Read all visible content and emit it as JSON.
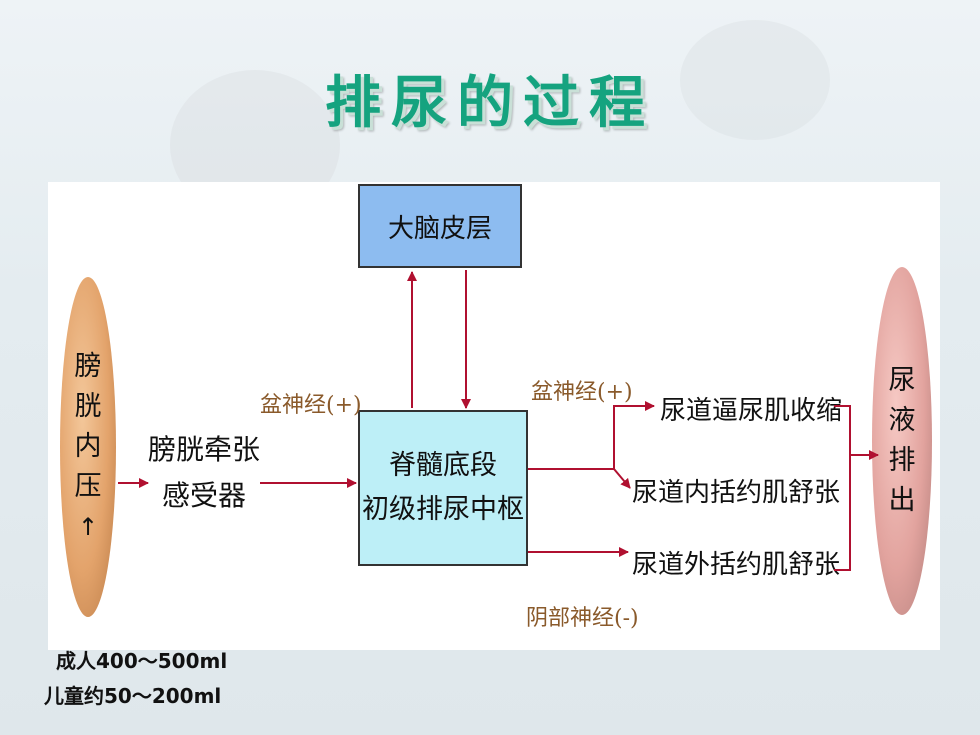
{
  "title": "排尿的过程",
  "diagram": {
    "cortex": "大脑皮层",
    "spinal_center": [
      "脊髓底段",
      "初级排尿中枢"
    ],
    "left_ellipse": [
      "膀",
      "胱",
      "内",
      "压",
      "↑"
    ],
    "right_ellipse": [
      "尿",
      "液",
      "排",
      "出"
    ],
    "sensor": [
      "膀胱牵张",
      "感受器"
    ],
    "nerves": {
      "afferent": "盆神经(+)",
      "efferent": "盆神经(+)",
      "pudendal": "阴部神经(-)"
    },
    "effects": [
      "尿道逼尿肌收缩",
      "尿道内括约肌舒张",
      "尿道外括约肌舒张"
    ]
  },
  "volumes": {
    "adult": "成人400～500ml",
    "child": "儿童约50～200ml"
  },
  "colors": {
    "title": "#15a37f",
    "arrow": "#b01030",
    "cortex_box": "#8dbcf0",
    "spinal_box": "#bdeff7"
  }
}
